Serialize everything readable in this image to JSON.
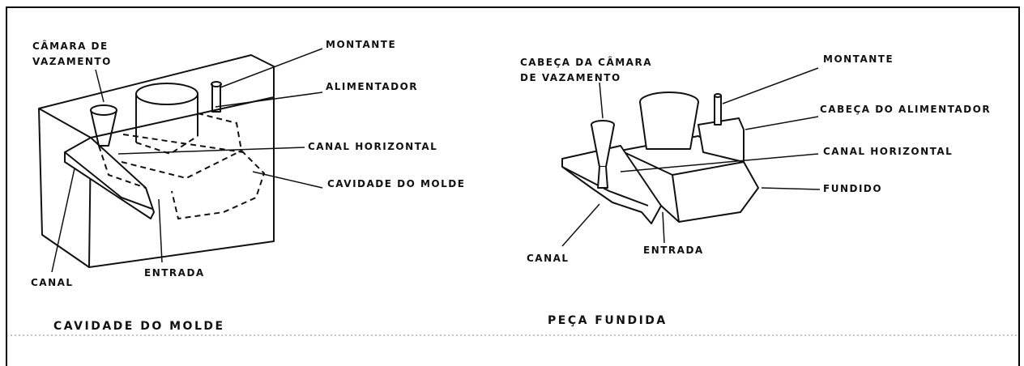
{
  "left": {
    "caption": "CAVIDADE DO MOLDE",
    "labels": {
      "camara_line1": "CÂMARA DE",
      "camara_line2": "VAZAMENTO",
      "montante": "MONTANTE",
      "alimentador": "ALIMENTADOR",
      "canal_horizontal": "CANAL HORIZONTAL",
      "cavidade_do_molde": "CAVIDADE DO MOLDE",
      "canal": "CANAL",
      "entrada": "ENTRADA"
    }
  },
  "right": {
    "caption": "PEÇA FUNDIDA",
    "labels": {
      "cabeca_line1": "CABEÇA DA CÂMARA",
      "cabeca_line2": "DE VAZAMENTO",
      "montante": "MONTANTE",
      "cabeca_alimentador": "CABEÇA DO ALIMENTADOR",
      "canal_horizontal": "CANAL HORIZONTAL",
      "fundido": "FUNDIDO",
      "canal": "CANAL",
      "entrada": "ENTRADA"
    }
  }
}
